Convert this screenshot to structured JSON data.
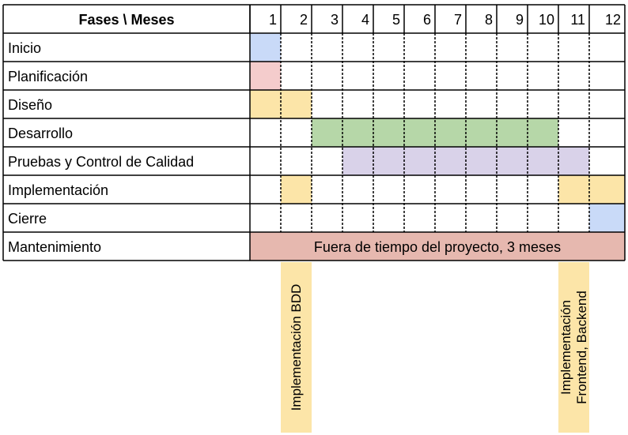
{
  "chart_data": {
    "type": "table",
    "corner_header": "Fases \\ Meses",
    "months": [
      "1",
      "2",
      "3",
      "4",
      "5",
      "6",
      "7",
      "8",
      "9",
      "10",
      "11",
      "12"
    ],
    "phases": [
      {
        "label": "Inicio",
        "color": "#c9daf8",
        "segments": [
          {
            "start": 1,
            "end": 1
          }
        ]
      },
      {
        "label": "Planificación",
        "color": "#f4cccc",
        "segments": [
          {
            "start": 1,
            "end": 1
          }
        ]
      },
      {
        "label": "Diseño",
        "color": "#fce5a8",
        "segments": [
          {
            "start": 1,
            "end": 2
          }
        ]
      },
      {
        "label": "Desarrollo",
        "color": "#b6d7a8",
        "segments": [
          {
            "start": 3,
            "end": 10
          }
        ]
      },
      {
        "label": "Pruebas y Control de Calidad",
        "color": "#d9d2e9",
        "segments": [
          {
            "start": 4,
            "end": 11
          }
        ]
      },
      {
        "label": "Implementación",
        "color": "#fce5a8",
        "segments": [
          {
            "start": 2,
            "end": 2
          },
          {
            "start": 11,
            "end": 12
          }
        ]
      },
      {
        "label": "Cierre",
        "color": "#c9daf8",
        "segments": [
          {
            "start": 12,
            "end": 12
          }
        ]
      }
    ],
    "maintenance": {
      "label": "Mantenimiento",
      "text": "Fuera de tiempo del proyecto, 3 meses",
      "color": "#e6b8af"
    },
    "notes": [
      {
        "month": 2,
        "lines": [
          "Implementación BDD"
        ],
        "color": "#fce5a8"
      },
      {
        "month": 11,
        "lines": [
          "Implementación",
          "Frontend, Backend"
        ],
        "color": "#fce5a8"
      }
    ]
  }
}
